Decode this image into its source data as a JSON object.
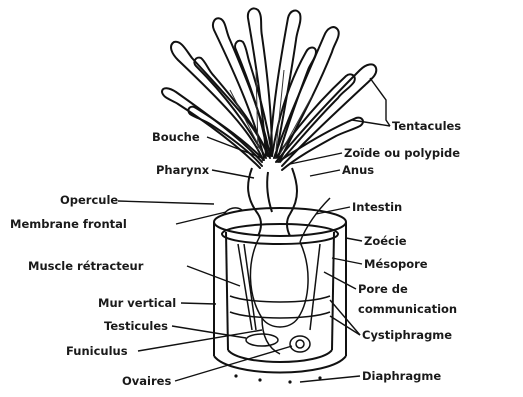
{
  "labels": {
    "tentacules": "Tentacules",
    "bouche": "Bouche",
    "zoide": "Zoïde ou polypide",
    "pharynx": "Pharynx",
    "anus": "Anus",
    "opercule": "Opercule",
    "intestin": "Intestin",
    "membrane_frontal": "Membrane frontal",
    "zoecie": "Zoécie",
    "muscle_retracteur": "Muscle rétracteur",
    "mesopore": "Mésopore",
    "pore_line1": "Pore de",
    "pore_line2": "communication",
    "mur_vertical": "Mur vertical",
    "testicules": "Testicules",
    "cystiphragme": "Cystiphragme",
    "funiculus": "Funiculus",
    "ovaires": "Ovaires",
    "diaphragme": "Diaphragme"
  }
}
